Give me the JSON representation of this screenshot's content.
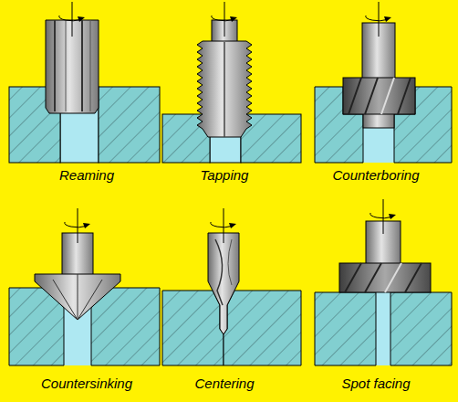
{
  "diagram": {
    "labels": [
      "Reaming",
      "Tapping",
      "Counterboring",
      "Countersinking",
      "Centering",
      "Spot facing"
    ]
  }
}
